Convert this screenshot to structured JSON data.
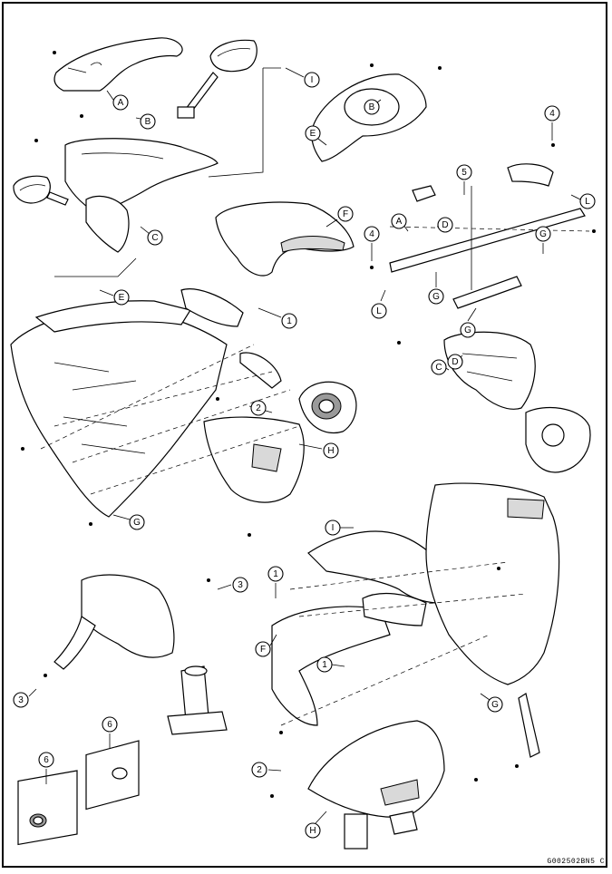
{
  "diagram": {
    "drawing_code": "G002502BN5 C",
    "callouts": [
      {
        "label": "A",
        "group": "upper-left-cowl"
      },
      {
        "label": "B",
        "group": "upper-left-cowl"
      },
      {
        "label": "C",
        "group": "upper-left-cowl"
      },
      {
        "label": "E",
        "group": "upper-left-cowl"
      },
      {
        "label": "F",
        "group": "upper-left-cowl"
      },
      {
        "label": "1",
        "group": "upper-left-cowl"
      },
      {
        "label": "2",
        "group": "upper-left-cowl"
      },
      {
        "label": "H",
        "group": "upper-left-cowl"
      },
      {
        "label": "G",
        "group": "upper-left-cowl"
      },
      {
        "label": "I",
        "group": "meter-cover"
      },
      {
        "label": "B",
        "group": "meter-cover"
      },
      {
        "label": "E",
        "group": "meter-cover"
      },
      {
        "label": "4",
        "group": "bracket"
      },
      {
        "label": "5",
        "group": "bracket"
      },
      {
        "label": "L",
        "group": "bracket"
      },
      {
        "label": "A",
        "group": "bracket"
      },
      {
        "label": "D",
        "group": "bracket"
      },
      {
        "label": "4",
        "group": "bracket"
      },
      {
        "label": "G",
        "group": "bracket"
      },
      {
        "label": "G",
        "group": "bracket"
      },
      {
        "label": "L",
        "group": "bracket"
      },
      {
        "label": "G",
        "group": "bracket"
      },
      {
        "label": "C",
        "group": "bracket"
      },
      {
        "label": "D",
        "group": "bracket"
      },
      {
        "label": "3",
        "group": "front-fender"
      },
      {
        "label": "3",
        "group": "front-fender"
      },
      {
        "label": "6",
        "group": "caps"
      },
      {
        "label": "6",
        "group": "caps"
      },
      {
        "label": "I",
        "group": "lower-right-cowl"
      },
      {
        "label": "1",
        "group": "lower-right-cowl"
      },
      {
        "label": "F",
        "group": "lower-right-cowl"
      },
      {
        "label": "1",
        "group": "lower-right-cowl"
      },
      {
        "label": "G",
        "group": "lower-right-cowl"
      },
      {
        "label": "2",
        "group": "lower-right-cowl"
      },
      {
        "label": "H",
        "group": "lower-right-cowl"
      }
    ]
  }
}
